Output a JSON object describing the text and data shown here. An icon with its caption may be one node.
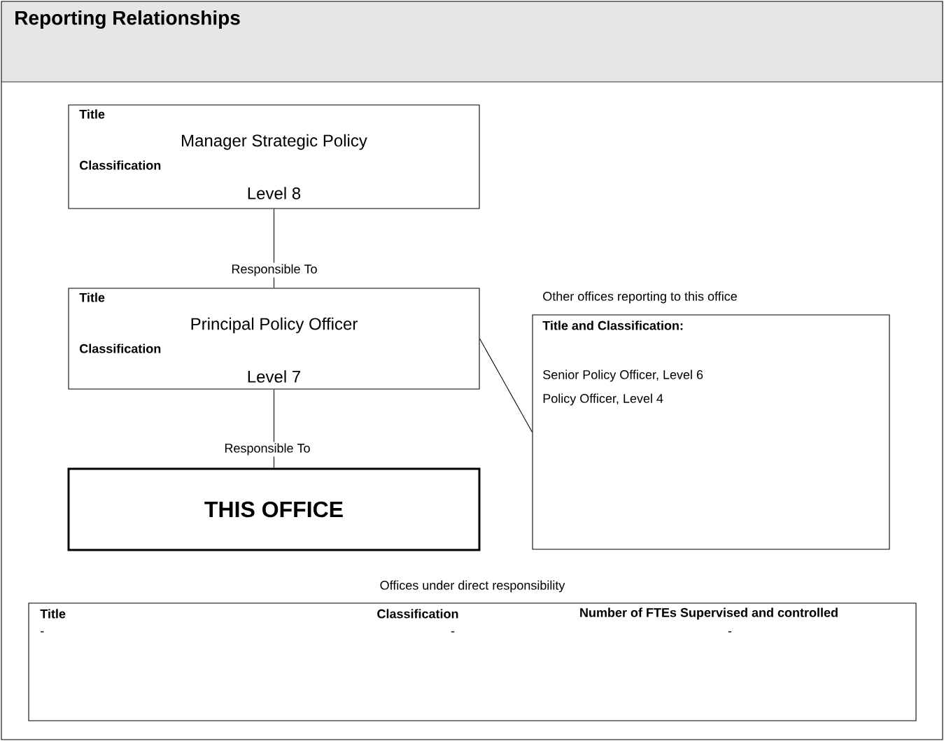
{
  "diagram": {
    "title": "Reporting Relationships",
    "nodes": [
      {
        "text": [
          "Title",
          "Manager Strategic Policy",
          "Classification",
          "Level 8"
        ]
      },
      {
        "text": [
          "Title",
          "Principal Policy Officer",
          "Classification",
          "Level 7"
        ]
      },
      {
        "text": [
          "THIS OFFICE"
        ]
      },
      {
        "text": [
          "Title and Classification:",
          "Senior Policy Officer, Level 6",
          "Policy Officer, Level 4"
        ],
        "beside": [
          "Other offices reporting to this office"
        ]
      },
      {
        "text": [
          "Title",
          "Classification",
          "Number of FTEs Supervised and controlled",
          "-",
          "-",
          "-"
        ],
        "beside": [
          "Offices under direct responsibility"
        ]
      }
    ],
    "edges": [
      {
        "from": 0,
        "to": 1,
        "arrow": "none",
        "label": "Responsible To"
      },
      {
        "from": 1,
        "to": 2,
        "arrow": "none",
        "label": "Responsible To"
      },
      {
        "from": 1,
        "to": 3,
        "arrow": "none"
      }
    ]
  }
}
